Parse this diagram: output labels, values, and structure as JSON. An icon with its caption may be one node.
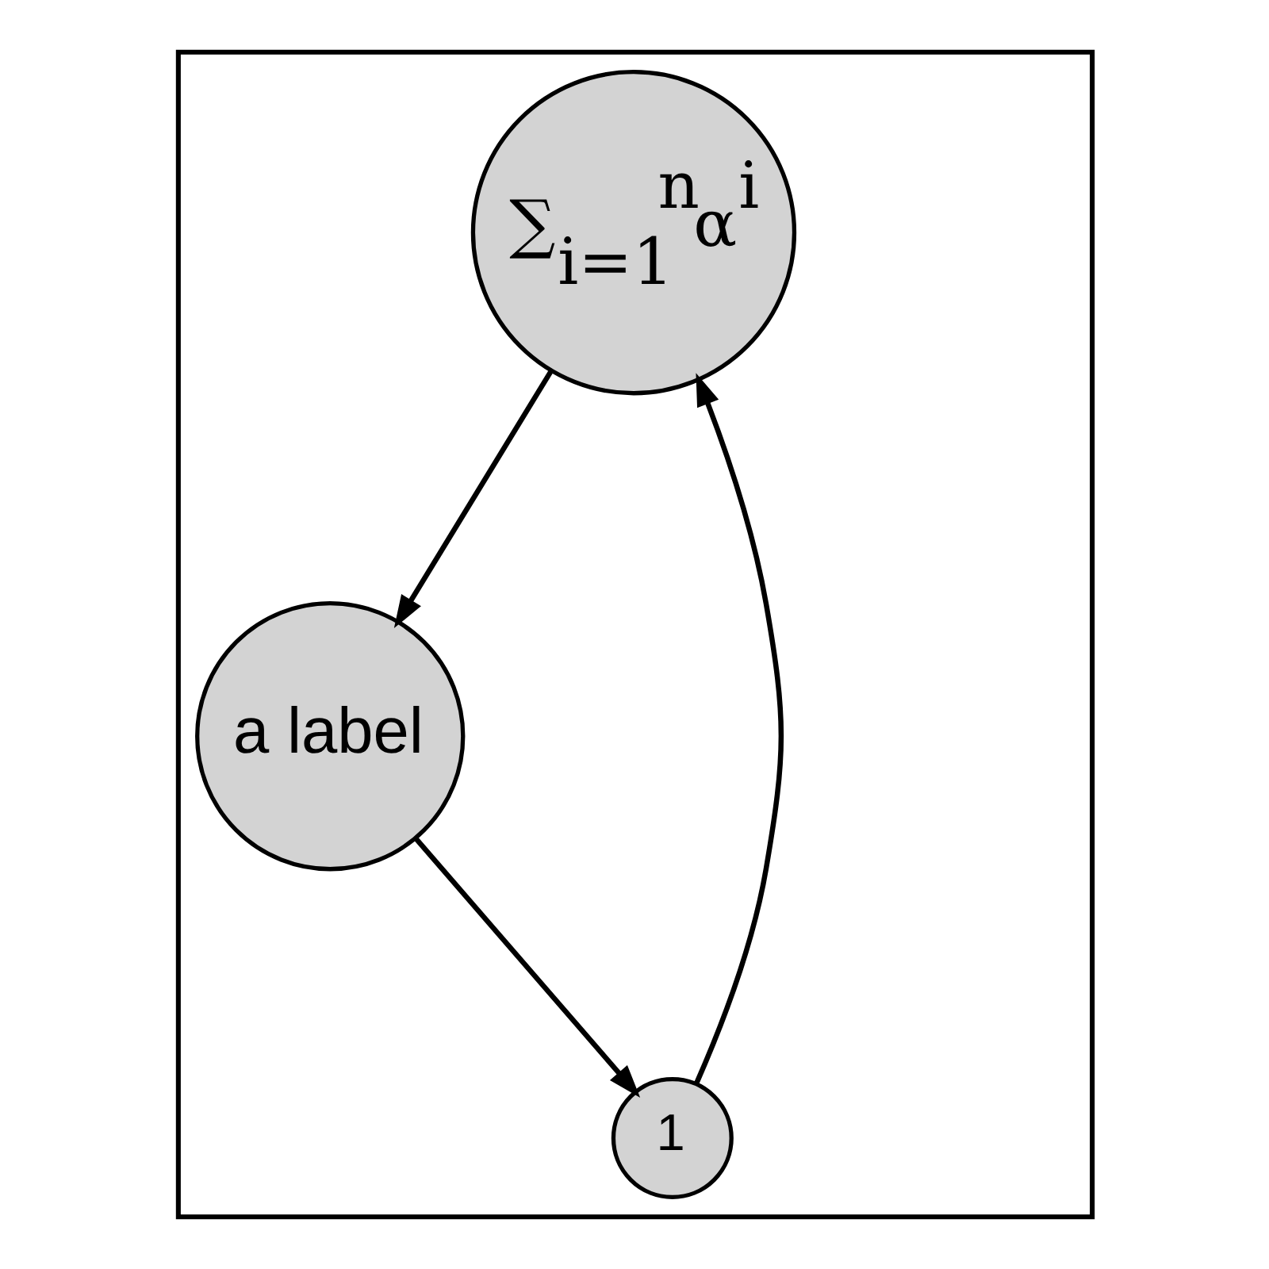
{
  "diagram": {
    "nodes": [
      {
        "text": [],
        "shape": "box"
      },
      {
        "text": [
          "∑$_{i=1}$$^{n}$α$^{i}$"
        ],
        "in": 0
      },
      {
        "text": [
          "a label"
        ],
        "in": 0
      },
      {
        "text": [
          "1"
        ],
        "in": 0
      }
    ],
    "edges": [
      {
        "from": 1,
        "to": 2,
        "arrow": "to"
      },
      {
        "from": 2,
        "to": 3,
        "arrow": "to"
      },
      {
        "from": 3,
        "to": 1,
        "arrow": "to"
      }
    ]
  }
}
